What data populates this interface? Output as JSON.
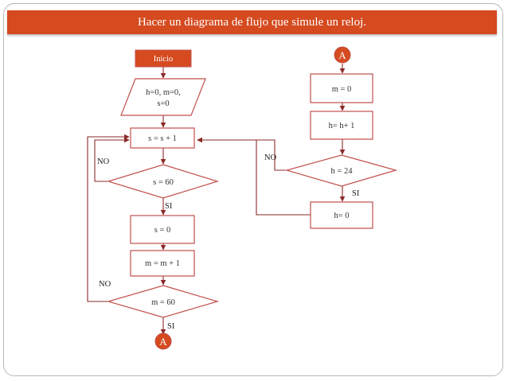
{
  "slide": {
    "title": "Hacer un diagrama de flujo que simule un reloj.",
    "colors": {
      "accent": "#d54a1f",
      "shape_border": "#c0504d",
      "arrow": "#8b2a2a",
      "connector_fill": "#d54a1f"
    }
  },
  "flowchart": {
    "start": "Inicio",
    "init": [
      "h=0, m=0,",
      "s=0"
    ],
    "inc_s": "s = s + 1",
    "dec_s": "s = 60",
    "reset_s": "s = 0",
    "inc_m": "m = m + 1",
    "dec_m": "m = 60",
    "connector_out": "A",
    "connector_in": "A",
    "reset_m": "m = 0",
    "inc_h": "h= h+ 1",
    "dec_h": "h = 24",
    "reset_h": "h= 0",
    "labels": {
      "no_s": "NO",
      "si_s": "SI",
      "no_m": "NO",
      "si_m": "SI",
      "no_h": "NO",
      "si_h": "SI"
    }
  }
}
